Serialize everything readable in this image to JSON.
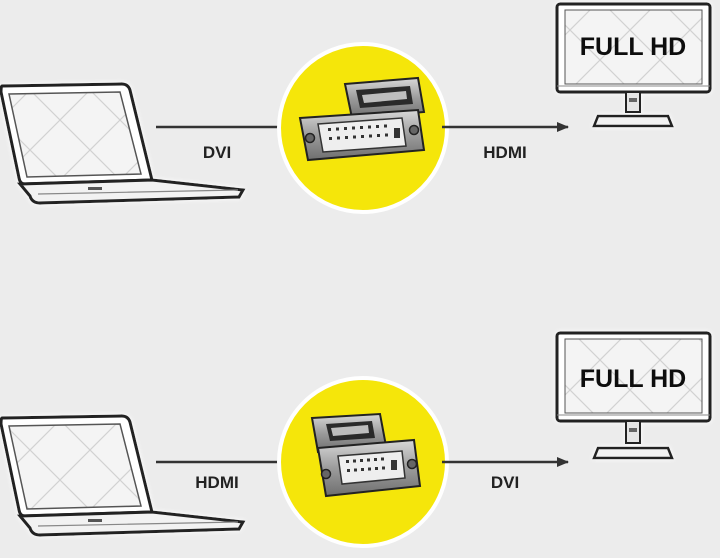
{
  "rows": [
    {
      "left_label": "DVI",
      "right_label": "HDMI",
      "monitor_text": "FULL HD",
      "source_device": "laptop-icon",
      "adapter": "dvi-to-hdmi-adapter-icon",
      "display_device": "monitor-icon"
    },
    {
      "left_label": "HDMI",
      "right_label": "DVI",
      "monitor_text": "FULL HD",
      "source_device": "laptop-icon",
      "adapter": "hdmi-to-dvi-adapter-icon",
      "display_device": "monitor-icon"
    }
  ],
  "colors": {
    "background": "#ececec",
    "adapter_circle": "#f5e60a",
    "line": "#333333",
    "metal": "#9a9a9a"
  }
}
